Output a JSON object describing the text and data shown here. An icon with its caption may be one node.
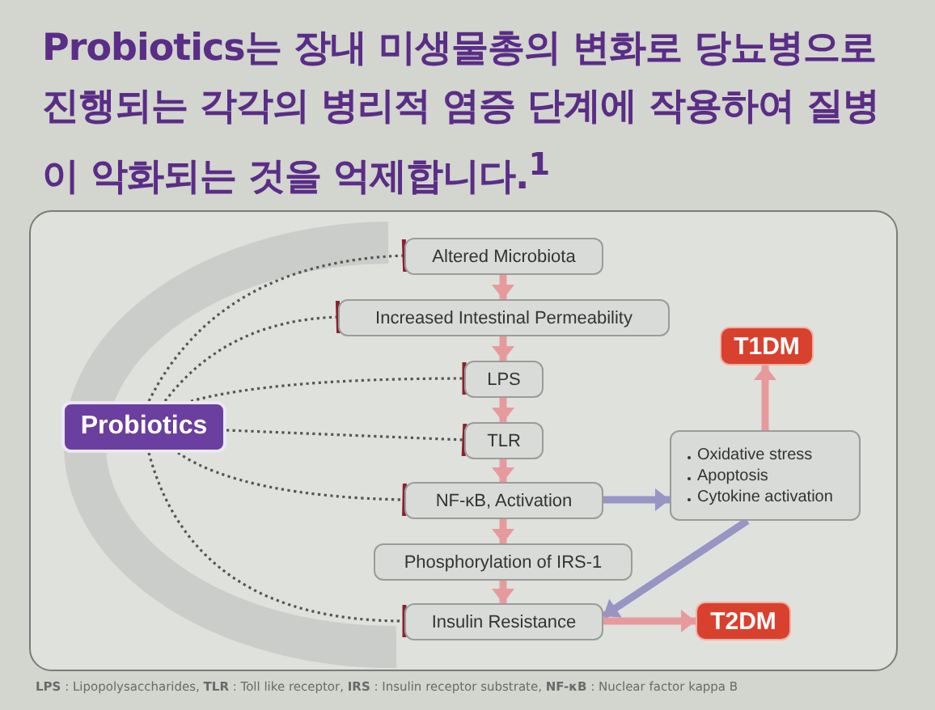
{
  "diagram": {
    "title": "Probiotics는 장내 미생물총의 변화로 당뇨병으로 진행되는 각각의 병리적 염증 단계에 작용하여 질병이 악화되는 것을 억제합니다.$^{1}$",
    "nodes": [
      {
        "text": [
          "Probiotics"
        ]
      },
      {
        "text": [
          "Altered Microbiota"
        ]
      },
      {
        "text": [
          "Increased Intestinal Permeability"
        ]
      },
      {
        "text": [
          "LPS"
        ]
      },
      {
        "text": [
          "TLR"
        ]
      },
      {
        "text": [
          "NF-κB, Activation"
        ]
      },
      {
        "text": [
          "Phosphorylation of IRS-1"
        ]
      },
      {
        "text": [
          "Insulin Resistance"
        ]
      },
      {
        "text": [
          "T1DM"
        ]
      },
      {
        "text": [
          "Oxidative stress",
          "Apoptosis",
          "Cytokine activation"
        ]
      },
      {
        "text": [
          "T2DM"
        ]
      }
    ],
    "edges": [
      {
        "from": 0,
        "to": 1,
        "arrow": "other",
        "style": "dashed",
        "color": "#555555"
      },
      {
        "from": 0,
        "to": 2,
        "arrow": "other",
        "style": "dashed",
        "color": "#555555"
      },
      {
        "from": 0,
        "to": 3,
        "arrow": "other",
        "style": "dashed",
        "color": "#555555"
      },
      {
        "from": 0,
        "to": 4,
        "arrow": "other",
        "style": "dashed",
        "color": "#555555"
      },
      {
        "from": 0,
        "to": 5,
        "arrow": "other",
        "style": "dashed",
        "color": "#555555"
      },
      {
        "from": 0,
        "to": 7,
        "arrow": "other",
        "style": "dashed",
        "color": "#555555"
      },
      {
        "from": 1,
        "to": 2,
        "arrow": "to"
      },
      {
        "from": 2,
        "to": 3,
        "arrow": "to"
      },
      {
        "from": 3,
        "to": 4,
        "arrow": "to"
      },
      {
        "from": 4,
        "to": 5,
        "arrow": "to"
      },
      {
        "from": 5,
        "to": 6,
        "arrow": "to"
      },
      {
        "from": 6,
        "to": 7,
        "arrow": "to"
      },
      {
        "from": 5,
        "to": 9,
        "arrow": "to",
        "color": "#9894c4"
      },
      {
        "from": 9,
        "to": 8,
        "arrow": "to"
      },
      {
        "from": 9,
        "to": 7,
        "arrow": "to",
        "color": "#9894c4"
      },
      {
        "from": 7,
        "to": 10,
        "arrow": "to"
      }
    ],
    "labels": [
      "**LPS** : Lipopolysaccharides, **TLR** : Toll like receptor, **IRS** : Insulin receptor substrate, **NF-κB** : Nuclear factor kappa B"
    ]
  }
}
